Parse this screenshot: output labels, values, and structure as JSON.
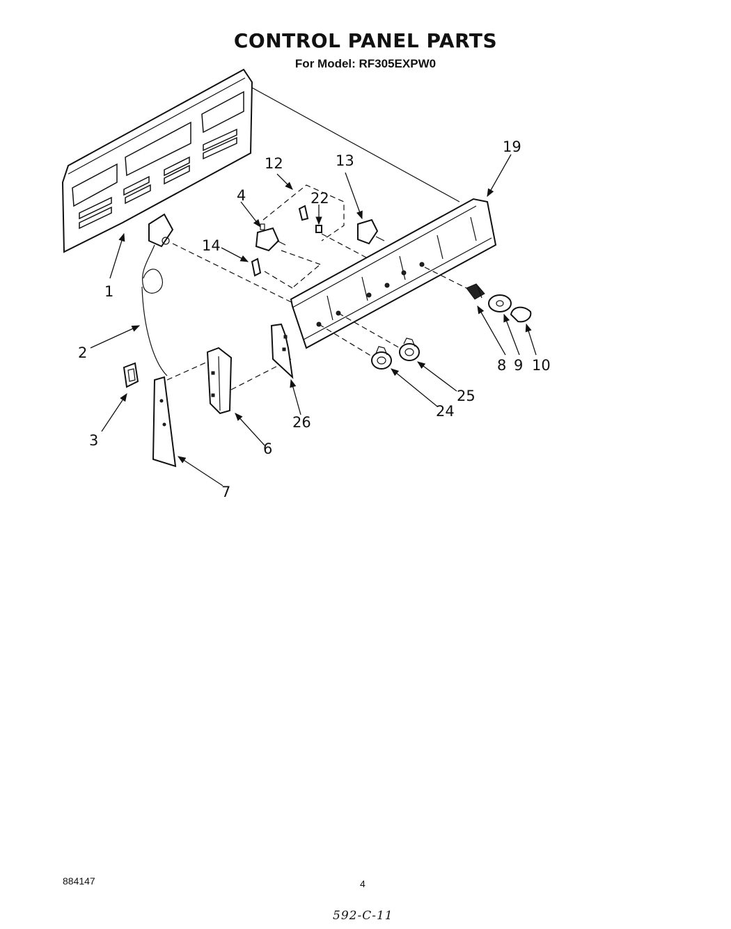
{
  "header": {
    "title": "CONTROL PANEL PARTS",
    "subtitle": "For Model: RF305EXPW0"
  },
  "callouts": {
    "c1": "1",
    "c2": "2",
    "c3": "3",
    "c4": "4",
    "c6": "6",
    "c7": "7",
    "c8": "8",
    "c9": "9",
    "c10": "10",
    "c12": "12",
    "c13": "13",
    "c14": "14",
    "c19": "19",
    "c22": "22",
    "c24": "24",
    "c25": "25",
    "c26": "26"
  },
  "footer": {
    "doc_number": "884147",
    "page_number": "4",
    "handwritten_note": "592-C-11"
  }
}
